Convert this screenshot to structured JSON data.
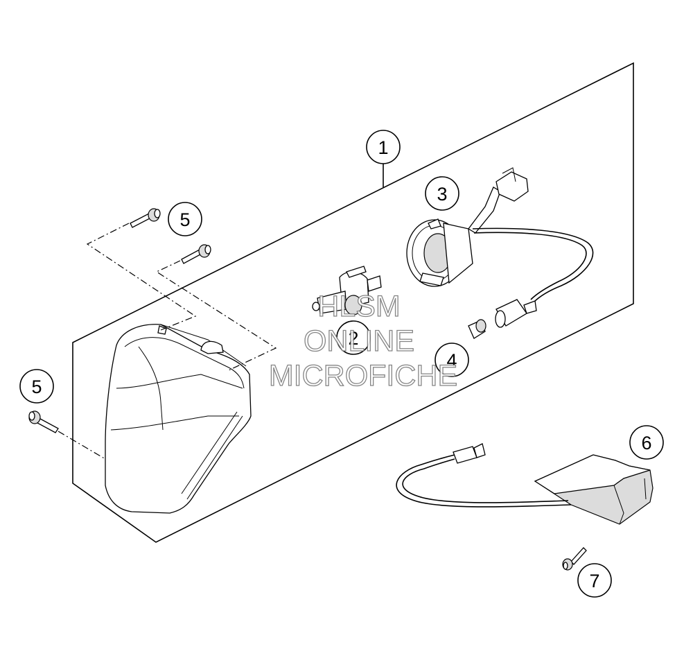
{
  "callouts": [
    {
      "id": "1",
      "label": "1"
    },
    {
      "id": "2",
      "label": "2"
    },
    {
      "id": "3",
      "label": "3"
    },
    {
      "id": "4",
      "label": "4"
    },
    {
      "id": "5a",
      "label": "5"
    },
    {
      "id": "5b",
      "label": "5"
    },
    {
      "id": "6",
      "label": "6"
    },
    {
      "id": "7",
      "label": "7"
    }
  ],
  "watermark": {
    "line1": "HLSM",
    "line2": "ONLINE",
    "line3": "MICROFICHE"
  }
}
